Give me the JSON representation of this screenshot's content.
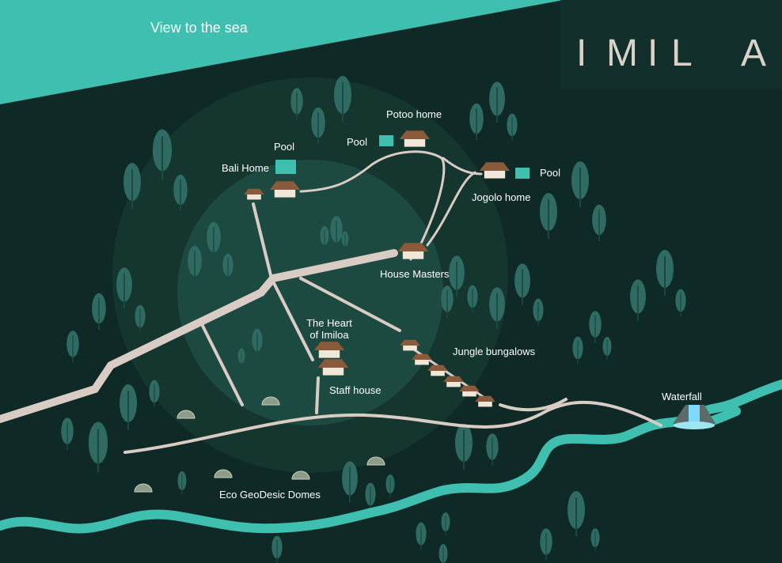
{
  "title_area": {
    "sea_label": "View to the sea"
  },
  "logo": {
    "letters": [
      "I",
      "M",
      "I",
      "L",
      "",
      "A"
    ],
    "emblem": "eye-sun-emblem-icon"
  },
  "labels": {
    "potoo_home": "Potoo home",
    "pool_potoo": "Pool",
    "pool_bali": "Pool",
    "bali_home": "Bali Home",
    "pool_jogolo": "Pool",
    "jogolo_home": "Jogolo home",
    "house_masters": "House Masters",
    "heart_line1": "The Heart",
    "heart_line2": "of Imiloa",
    "staff_house": "Staff house",
    "jungle_bungalows": "Jungle bungalows",
    "waterfall": "Waterfall",
    "domes": "Eco GeoDesic Domes"
  },
  "colors": {
    "background": "#0f2a26",
    "sea": "#3fbfb0",
    "river": "#3fbfb0",
    "road": "#d9ccc4",
    "tree": "#2f6b62",
    "house_roof": "#8a5a3a",
    "circle_outer": "#14362f",
    "circle_inner": "#1c4a41",
    "label": "#ffffff",
    "logo": "#d8d2c8"
  }
}
